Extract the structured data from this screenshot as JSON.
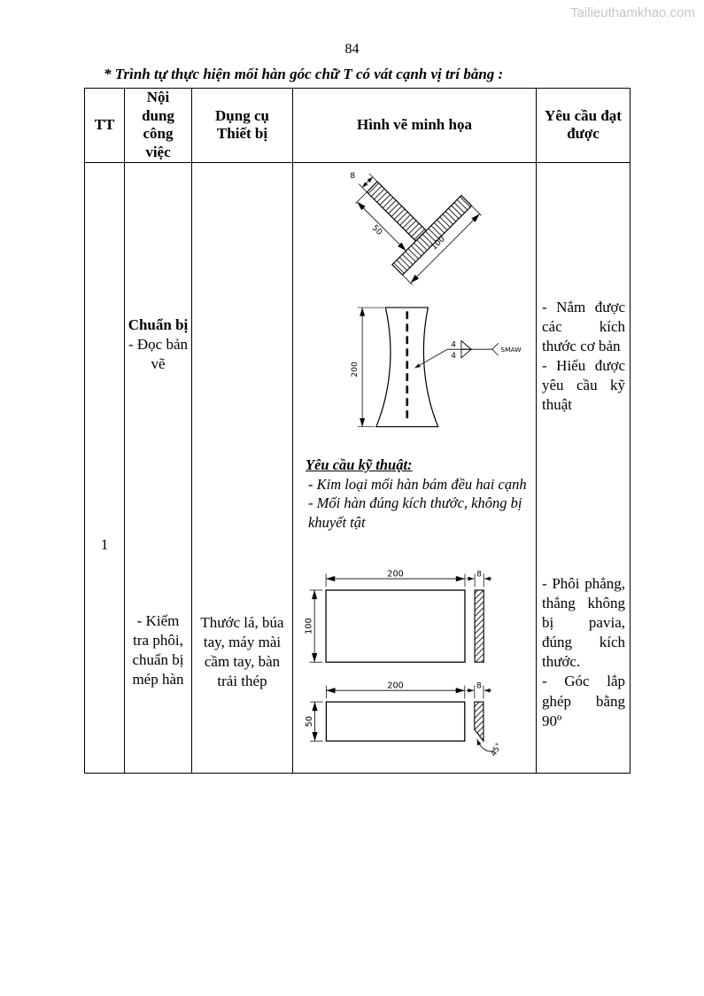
{
  "watermark": "Tailieuthamkhao.com",
  "page_number": "84",
  "title": "* Trình tự thực hiện mối hàn góc chữ T có vát cạnh vị trí bằng :",
  "table": {
    "headers": {
      "tt": "TT",
      "task": "Nội\ndung\ncông\nviệc",
      "tools": "Dụng cụ\nThiết bị",
      "drawing": "Hình vẽ minh họa",
      "requirement": "Yêu cầu đạt\nđược"
    },
    "rows": [
      {
        "tt": "1",
        "task_step1_title": "Chuẩn bị",
        "task_step1_detail": "- Đọc bản vẽ",
        "task_step2": "- Kiểm tra phôi, chuẩn bị mép hàn",
        "tools": "Thước lá, búa tay, máy mài cầm tay, bàn trải thép",
        "req_step1": [
          "- Nắm được các kích thước cơ bản",
          "- Hiểu được yêu cầu kỹ thuật"
        ],
        "req_step2": [
          "- Phôi phẳng, thẳng không bị pavia, đúng kích thước.",
          "- Góc lắp ghép bằng 90º"
        ]
      }
    ],
    "tech_note": {
      "title": "Yêu cầu kỹ thuật:",
      "items": [
        "- Kim loại mối hàn bám đều hai cạnh",
        "- Mối hàn đúng kích thước, không bị khuyết tật"
      ]
    },
    "drawings": {
      "tjoint": {
        "web_thickness": "8",
        "web_length": "50",
        "flange_length": "100"
      },
      "front": {
        "plate_height": "200",
        "weld_size_top": "4",
        "weld_size_bottom": "4",
        "process": "SMAW"
      },
      "plate1": {
        "width": "200",
        "height": "100",
        "thickness": "8"
      },
      "plate2": {
        "width": "200",
        "height": "50",
        "thickness": "8",
        "bevel_angle": "45°"
      }
    }
  }
}
